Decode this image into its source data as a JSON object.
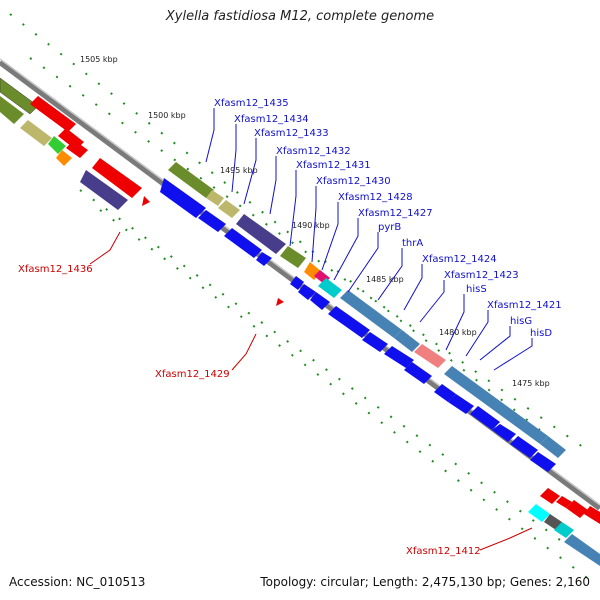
{
  "title": "Xylella fastidiosa M12, complete genome",
  "footer": {
    "accession": "Accession: NC_010513",
    "summary": "Topology: circular; Length: 2,475,130 bp; Genes: 2,160"
  },
  "kbp_marks": [
    "1505 kbp",
    "1500 kbp",
    "1495 kbp",
    "1490 kbp",
    "1485 kbp",
    "1480 kbp",
    "1475 kbp"
  ],
  "labels_blue": [
    "Xfasm12_1435",
    "Xfasm12_1434",
    "Xfasm12_1433",
    "Xfasm12_1432",
    "Xfasm12_1431",
    "Xfasm12_1430",
    "Xfasm12_1428",
    "Xfasm12_1427",
    "pyrB",
    "thrA",
    "Xfasm12_1424",
    "Xfasm12_1423",
    "hisS",
    "Xfasm12_1421",
    "hisG",
    "hisD"
  ],
  "labels_red": [
    "Xfasm12_1436",
    "Xfasm12_1429",
    "Xfasm12_1412"
  ],
  "colors": {
    "forward_cds": "#1010ee",
    "reverse_cds": "#ee0000",
    "olive": "#6b8c2a",
    "khaki": "#bdb76b",
    "slate": "#483d8b",
    "steel": "#4682b4",
    "backbone": "#808080",
    "tick": "#228b22"
  }
}
